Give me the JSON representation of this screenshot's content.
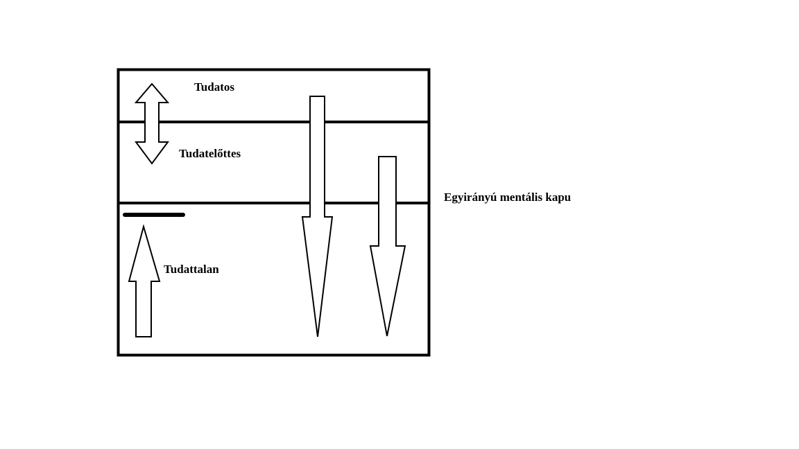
{
  "diagram": {
    "layers": {
      "conscious": "Tudatos",
      "preconscious": "Tudatelőttes",
      "unconscious": "Tudattalan"
    },
    "gate_label": "Egyirányú mentális kapu",
    "colors": {
      "stroke": "#000000",
      "background": "#ffffff"
    },
    "icons": {
      "bidirectional": "double-headed-arrow-icon",
      "upward": "up-arrow-icon",
      "downward": "down-arrow-icon",
      "barrier": "barrier-bar"
    }
  }
}
